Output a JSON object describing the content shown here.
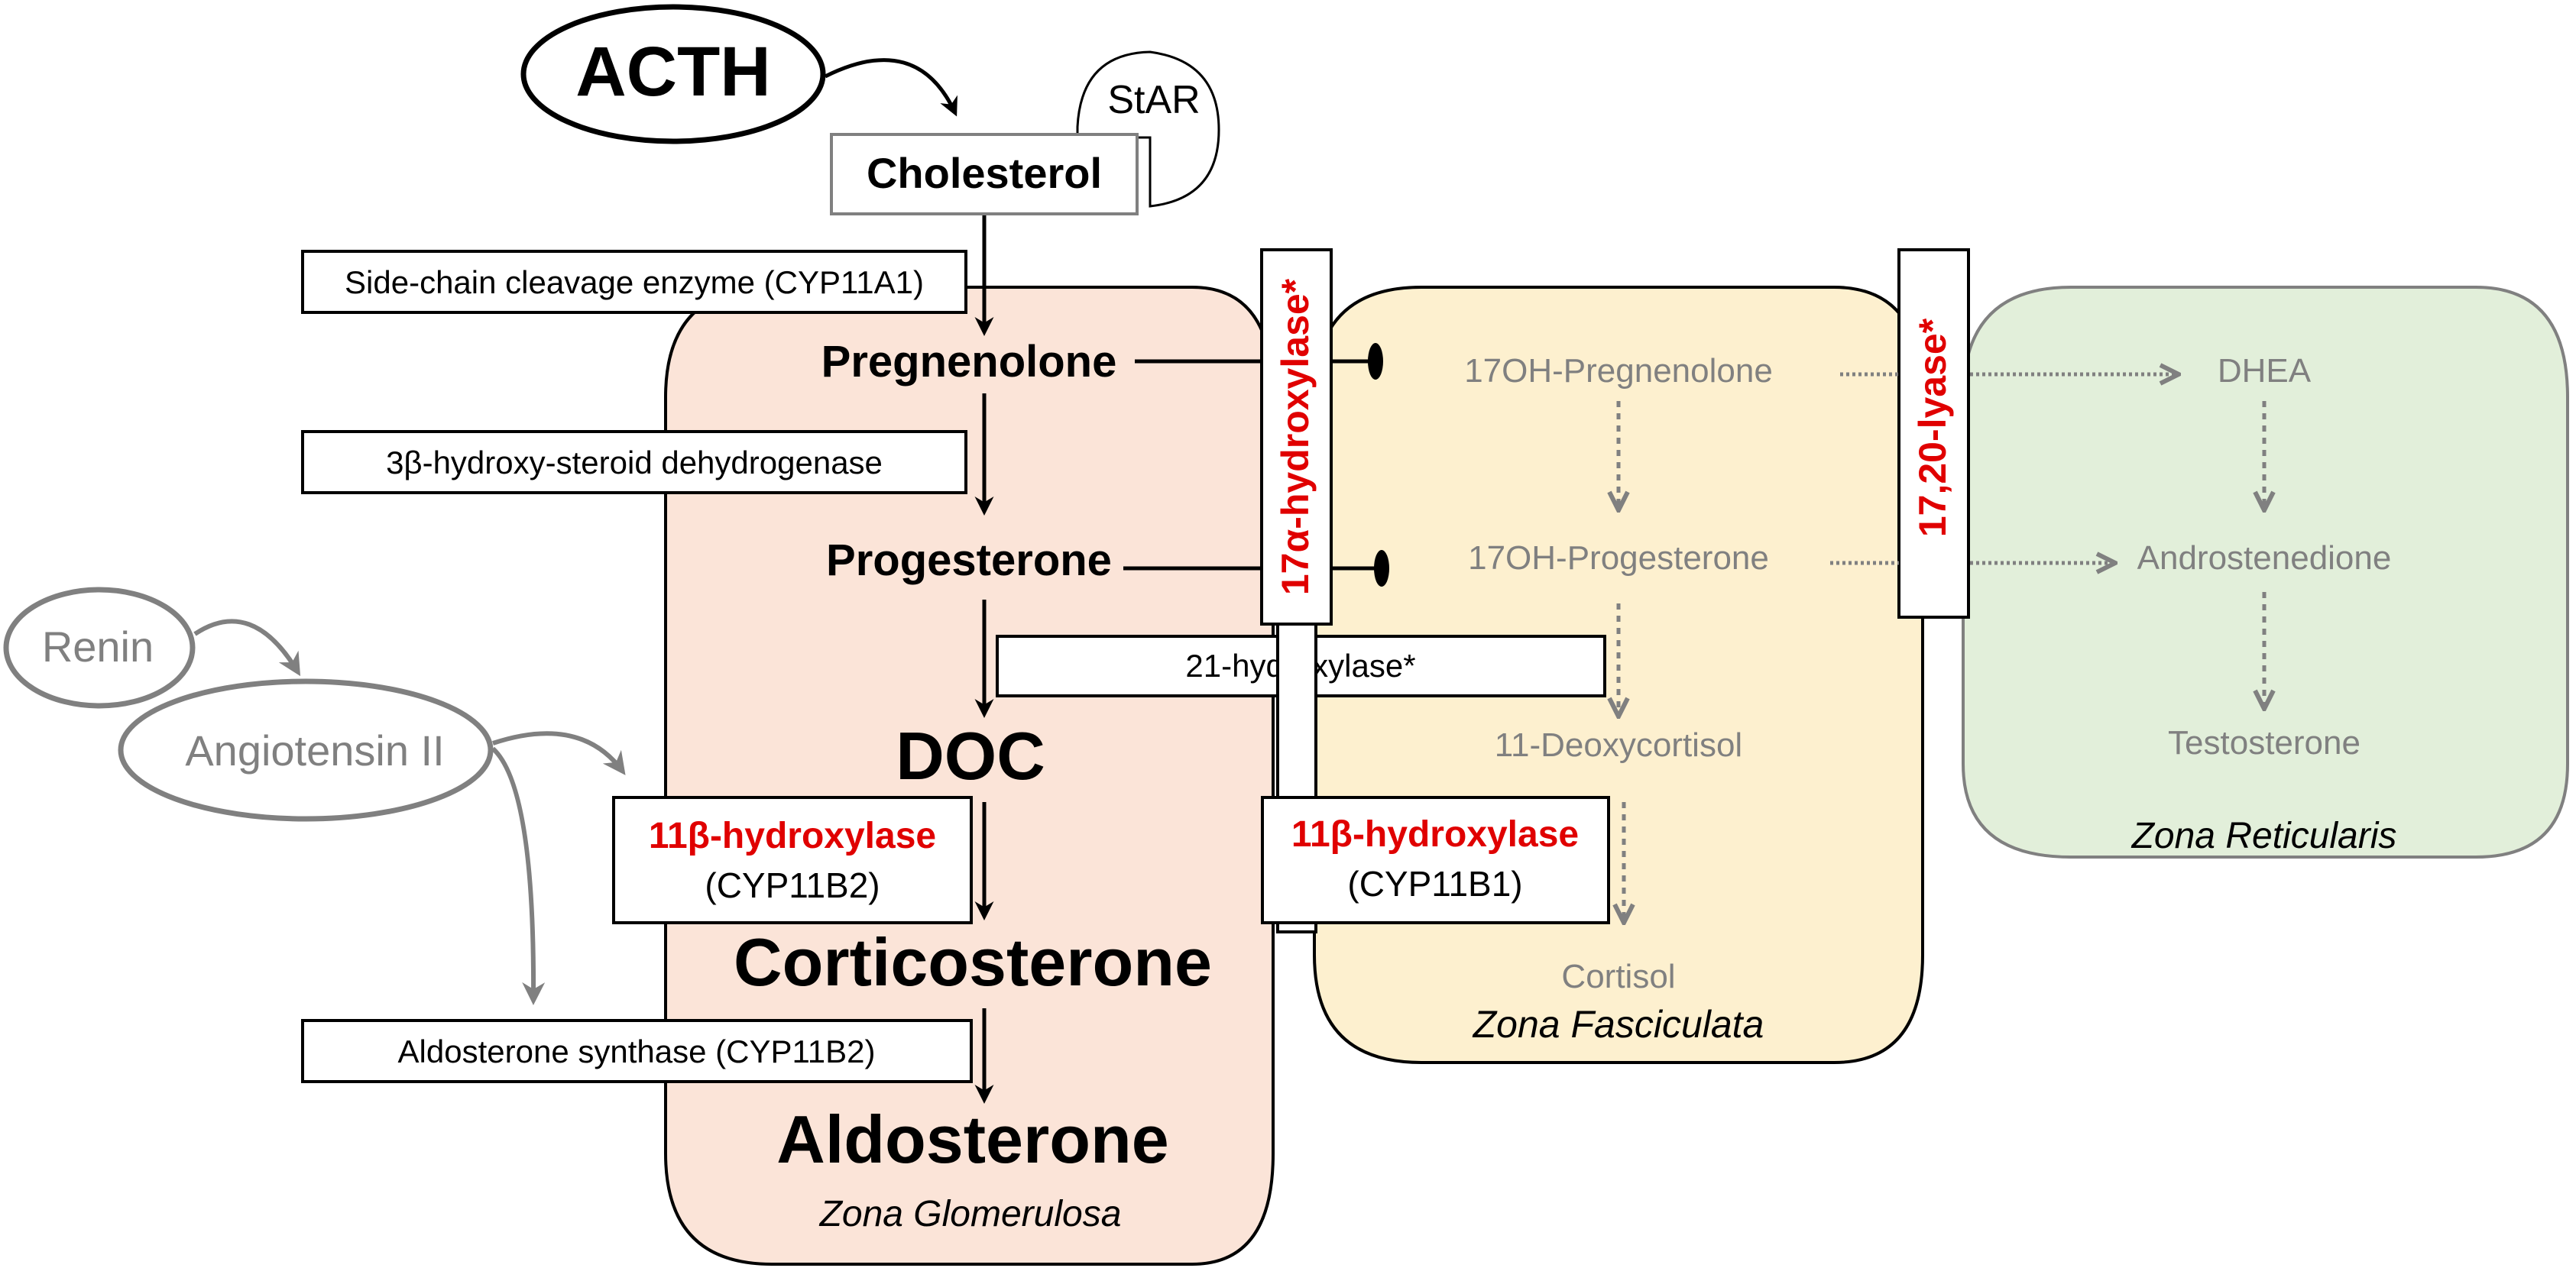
{
  "colors": {
    "glomerulosa_fill": "#fbe4d8",
    "fasciculata_fill": "#fdf0cf",
    "reticularis_fill": "#e2efda",
    "enzyme_red": "#e00000",
    "inactive_gray": "#808080",
    "stroke": "#000000"
  },
  "regulators": {
    "acth": "ACTH",
    "star": "StAR",
    "renin": "Renin",
    "angiotensin": "Angiotensin II"
  },
  "precursor": {
    "cholesterol": "Cholesterol"
  },
  "glomerulosa": {
    "zone_label": "Zona Glomerulosa",
    "steroids": {
      "pregnenolone": "Pregnenolone",
      "progesterone": "Progesterone",
      "doc": "DOC",
      "corticosterone": "Corticosterone",
      "aldosterone": "Aldosterone"
    }
  },
  "fasciculata": {
    "zone_label": "Zona Fasciculata",
    "steroids": {
      "oh_pregnenolone": "17OH-Pregnenolone",
      "oh_progesterone": "17OH-Progesterone",
      "deoxycortisol": "11-Deoxycortisol",
      "cortisol": "Cortisol"
    }
  },
  "reticularis": {
    "zone_label": "Zona Reticularis",
    "steroids": {
      "dhea": "DHEA",
      "androstenedione": "Androstenedione",
      "testosterone": "Testosterone"
    }
  },
  "enzymes": {
    "side_chain": "Side-chain cleavage enzyme (CYP11A1)",
    "hsd3b": "3β-hydroxy-steroid dehydrogenase",
    "hydroxylase21": "21-hydroxylase*",
    "hydroxylase17a": "17α-hydroxylase*",
    "lyase1720": "17,20-lyase*",
    "hydroxylase11b_glom_name": "11β-hydroxylase",
    "hydroxylase11b_glom_gene": "(CYP11B2)",
    "hydroxylase11b_fasc_name": "11β-hydroxylase",
    "hydroxylase11b_fasc_gene": "(CYP11B1)",
    "aldo_synthase": "Aldosterone synthase (CYP11B2)"
  }
}
